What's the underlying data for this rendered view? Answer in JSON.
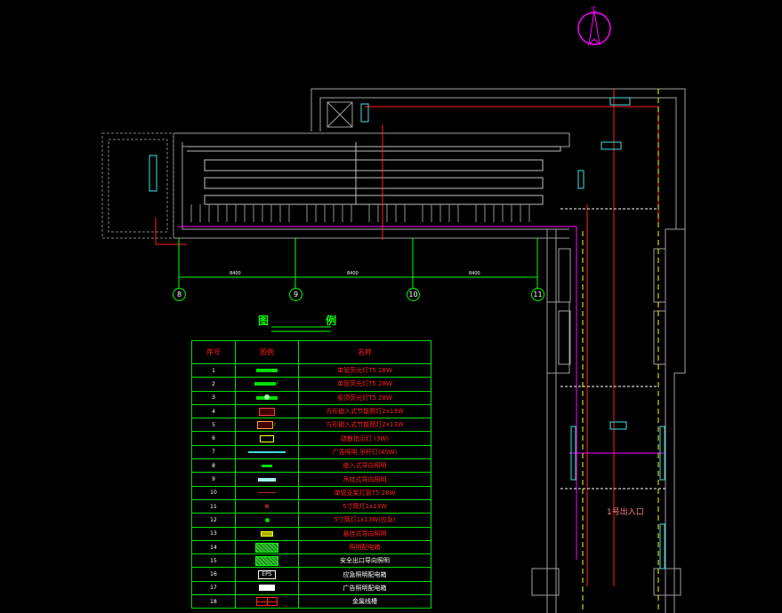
{
  "legend": {
    "title": "图 例",
    "headers": [
      "序号",
      "图例",
      "名称"
    ],
    "rows": [
      {
        "no": "1",
        "name": "单管荧光灯T5 28W",
        "symbol": "green-bar"
      },
      {
        "no": "2",
        "name": "单管荧光灯T5 28W",
        "symbol": "green-bar-emergency"
      },
      {
        "no": "3",
        "name": "吸顶荧光灯T5 28W",
        "symbol": "green-bar-dot"
      },
      {
        "no": "4",
        "name": "方形嵌入式节能筒灯2x13W",
        "symbol": "box-lamp"
      },
      {
        "no": "5",
        "name": "方形嵌入式节能筒灯2x13W",
        "symbol": "box-lamp-emergency"
      },
      {
        "no": "6",
        "name": "疏散指示灯 (3W)",
        "symbol": "exit-sign"
      },
      {
        "no": "7",
        "name": "广告照明 吊杆灯(40W)",
        "symbol": "cyan-bar"
      },
      {
        "no": "8",
        "name": "嵌入式导向照明",
        "symbol": "green-small"
      },
      {
        "no": "9",
        "name": "吊挂式导向照明",
        "symbol": "cyan-thick"
      },
      {
        "no": "10",
        "name": "单管支架灯管T5 28W",
        "symbol": "red-line"
      },
      {
        "no": "11",
        "name": "5寸筒灯1x13W",
        "symbol": "red-cross"
      },
      {
        "no": "12",
        "name": "5寸筒灯1x13W(应急)",
        "symbol": "green-dot"
      },
      {
        "no": "13",
        "name": "悬挂式导向照明",
        "symbol": "yellow-pill"
      },
      {
        "no": "14",
        "name": "照明配电箱",
        "symbol": "hatch-box"
      },
      {
        "no": "15",
        "name": "安全出口导向照明",
        "symbol": "hatch-box",
        "white": true
      },
      {
        "no": "16",
        "name": "应急照明配电箱",
        "symbol": "eps-box",
        "white": true,
        "label": "EPS"
      },
      {
        "no": "17",
        "name": "广告照明配电箱",
        "symbol": "white-box",
        "white": true
      },
      {
        "no": "18",
        "name": "金属线槽",
        "symbol": "red-tray",
        "white": true
      }
    ]
  },
  "plan": {
    "axes": [
      "8",
      "9",
      "10",
      "11"
    ],
    "dimensions": [
      "8400",
      "8400",
      "8400"
    ],
    "entrance_label": "1号出入口",
    "north_label": "北"
  },
  "colors": {
    "wall": "#a0a0a0",
    "grid": "#00ff00",
    "wire": "#ff2020",
    "accent": "#ff00ff",
    "cyan": "#40e0e0",
    "yellow": "#ffff00"
  }
}
